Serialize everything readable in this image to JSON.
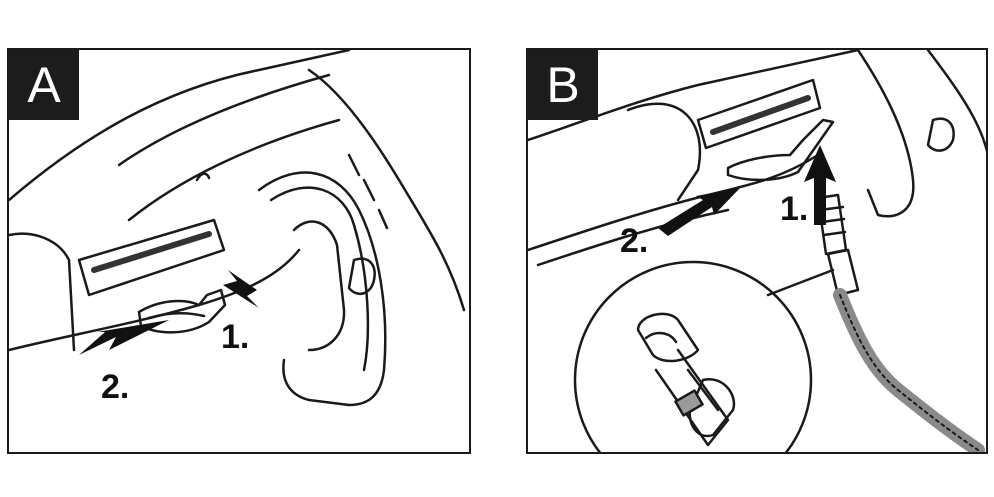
{
  "panel_a": {
    "tag": "A",
    "step1": "1.",
    "step2": "2."
  },
  "panel_b": {
    "tag": "B",
    "step1": "1.",
    "step2": "2."
  },
  "colors": {
    "ink": "#1a1a1a",
    "panel_bg": "#ffffff",
    "tag_bg": "#1c1c1c",
    "tag_text": "#ffffff",
    "hose": "#8a8a8a"
  }
}
